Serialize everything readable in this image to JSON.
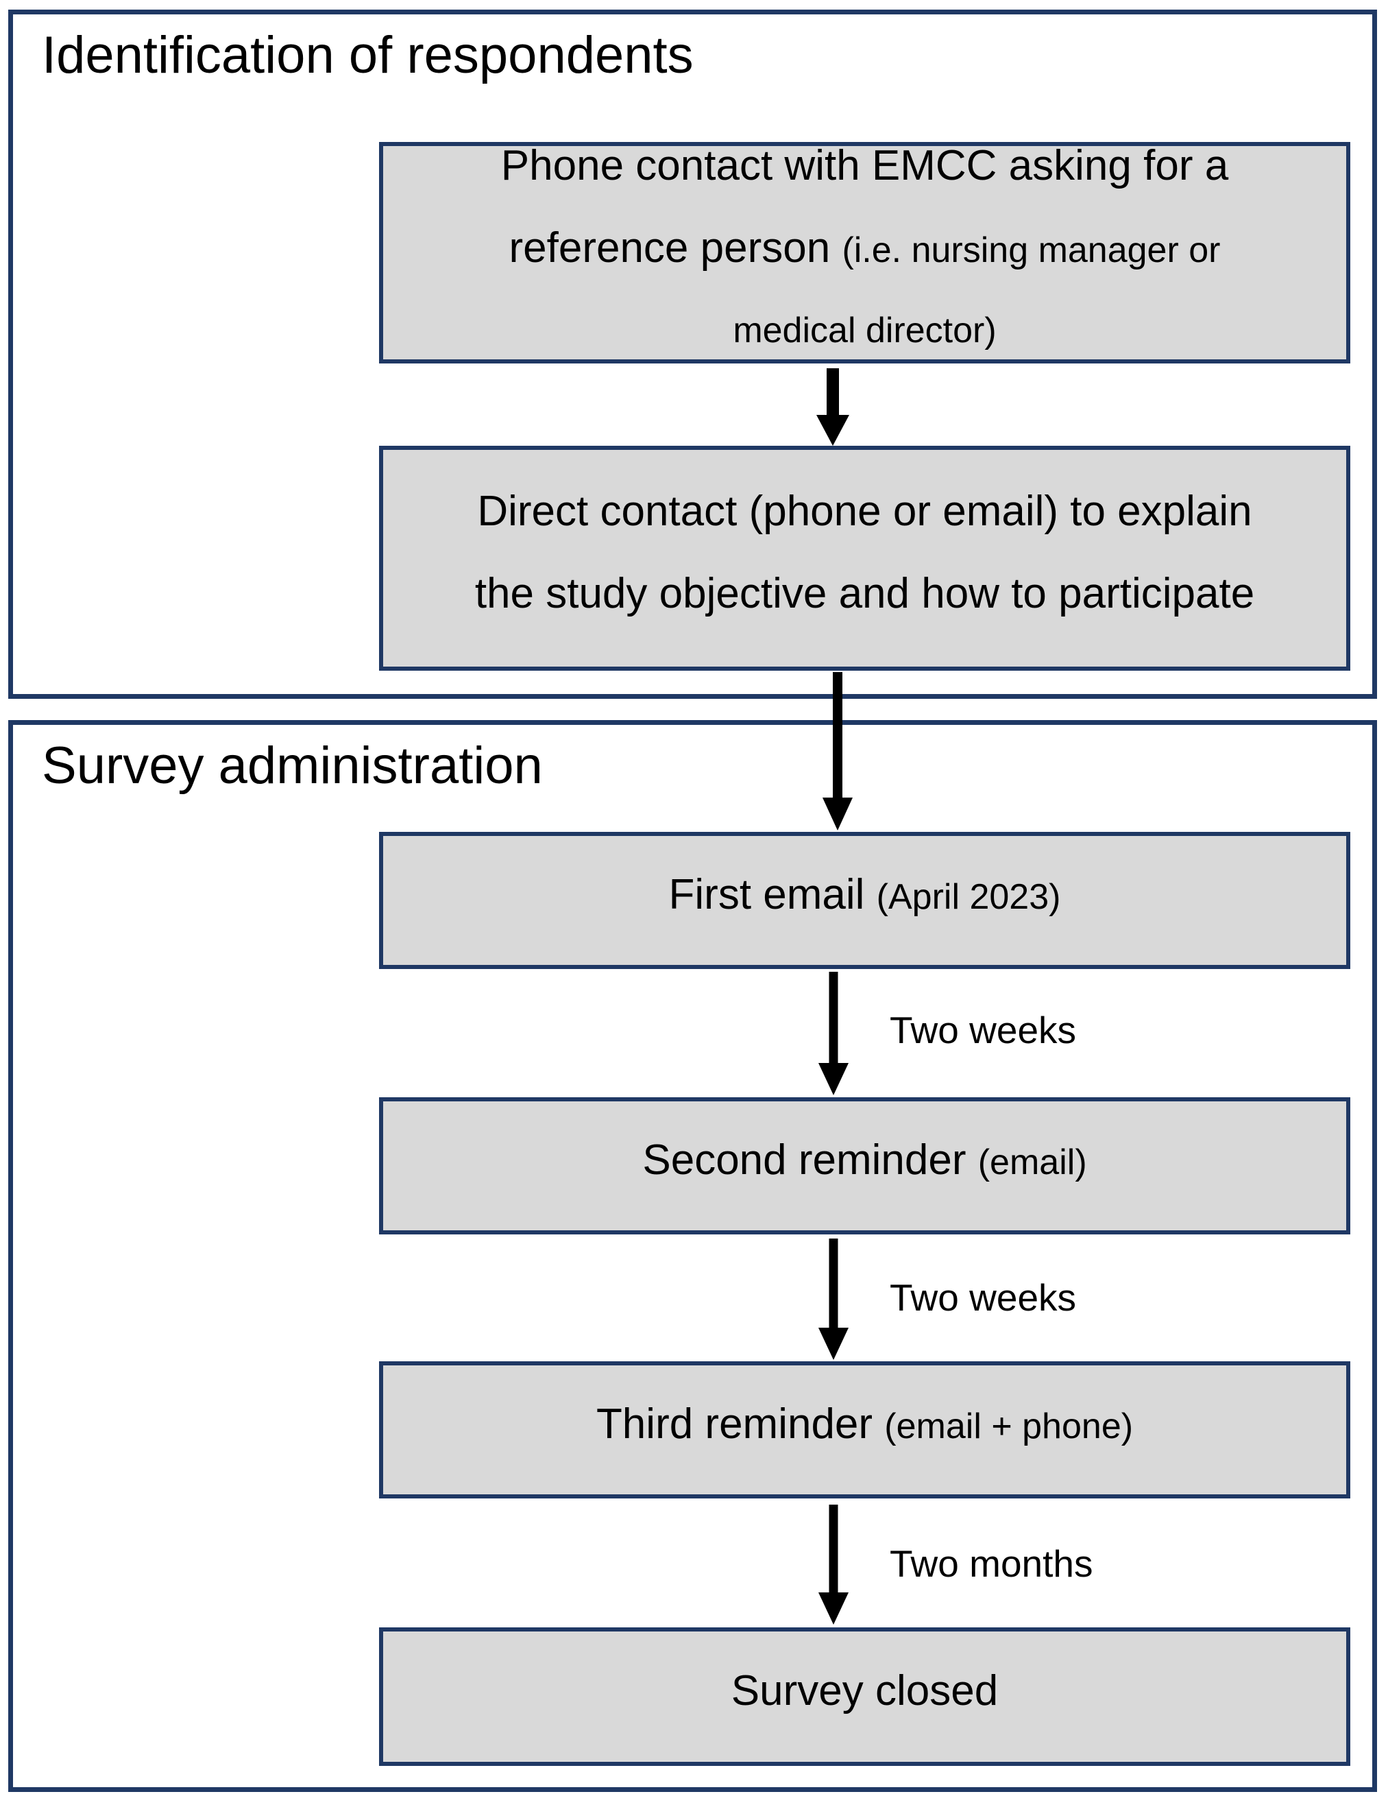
{
  "diagram": {
    "type": "flowchart",
    "colors": {
      "background": "#ffffff",
      "section_border": "#1f3864",
      "box_fill": "#d9d9d9",
      "box_border": "#1f3864",
      "text": "#000000",
      "arrow": "#000000"
    },
    "sections": [
      {
        "title": "Identification of respondents"
      },
      {
        "title": "Survey administration"
      }
    ],
    "boxes": [
      {
        "name": "phone-contact-emcc",
        "section": 0,
        "lines": [
          {
            "segments": [
              {
                "text": "Phone contact with EMCC asking for a",
                "size": "lg"
              }
            ]
          },
          {
            "segments": [
              {
                "text": "reference person ",
                "size": "lg"
              },
              {
                "text": "(i.e. nursing manager or",
                "size": "sm"
              }
            ]
          },
          {
            "segments": [
              {
                "text": "medical director)",
                "size": "sm"
              }
            ]
          }
        ]
      },
      {
        "name": "direct-contact",
        "section": 0,
        "lines": [
          {
            "segments": [
              {
                "text": "Direct contact (phone or email) to explain",
                "size": "lg"
              }
            ]
          },
          {
            "segments": [
              {
                "text": "the study objective and how to participate",
                "size": "lg"
              }
            ]
          }
        ]
      },
      {
        "name": "first-email",
        "section": 1,
        "lines": [
          {
            "segments": [
              {
                "text": "First email ",
                "size": "lg"
              },
              {
                "text": "(April 2023)",
                "size": "sm"
              }
            ]
          }
        ]
      },
      {
        "name": "second-reminder",
        "section": 1,
        "lines": [
          {
            "segments": [
              {
                "text": "Second reminder ",
                "size": "lg"
              },
              {
                "text": "(email)",
                "size": "sm"
              }
            ]
          }
        ]
      },
      {
        "name": "third-reminder",
        "section": 1,
        "lines": [
          {
            "segments": [
              {
                "text": "Third reminder ",
                "size": "lg"
              },
              {
                "text": "(email + phone)",
                "size": "sm"
              }
            ]
          }
        ]
      },
      {
        "name": "survey-closed",
        "section": 1,
        "lines": [
          {
            "segments": [
              {
                "text": "Survey closed",
                "size": "lg"
              }
            ]
          }
        ]
      }
    ],
    "arrows": [
      {
        "from": "phone-contact-emcc",
        "to": "direct-contact",
        "label": ""
      },
      {
        "from": "direct-contact",
        "to": "first-email",
        "label": ""
      },
      {
        "from": "first-email",
        "to": "second-reminder",
        "label": "Two weeks"
      },
      {
        "from": "second-reminder",
        "to": "third-reminder",
        "label": "Two weeks"
      },
      {
        "from": "third-reminder",
        "to": "survey-closed",
        "label": "Two months"
      }
    ]
  }
}
